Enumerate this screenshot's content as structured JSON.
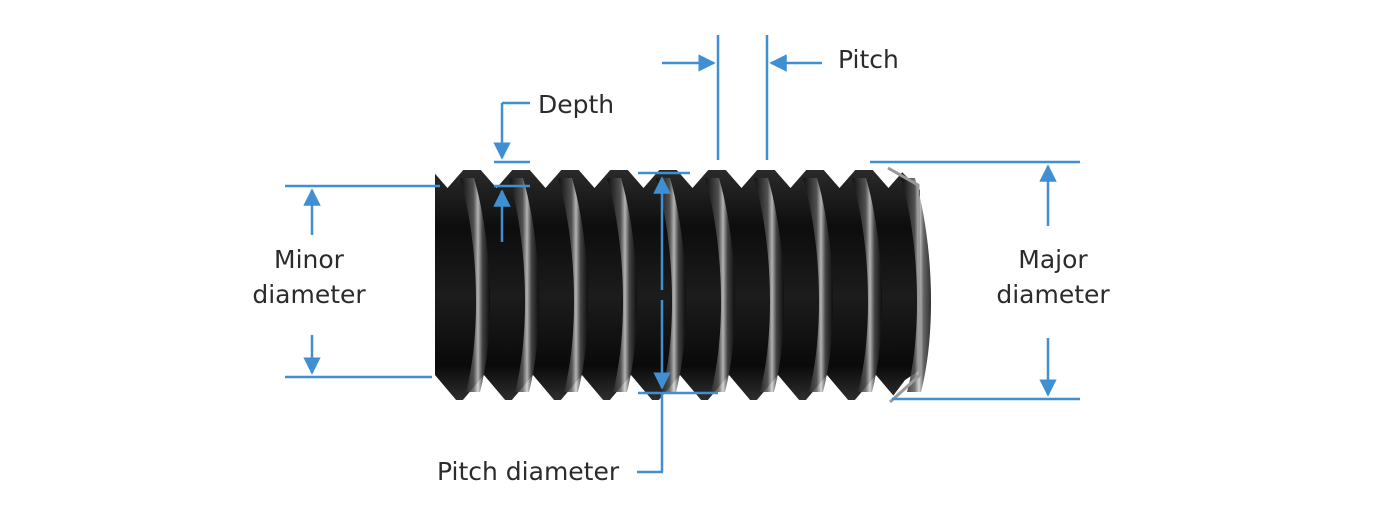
{
  "colors": {
    "dimension_line": "#3f8fd2",
    "label_text": "#2b2b2b",
    "thread_dark": "#141414",
    "thread_mid": "#3a3a3a",
    "thread_highlight": "#d8d8d8"
  },
  "labels": {
    "pitch": "Pitch",
    "depth": "Depth",
    "minor_line1": "Minor",
    "minor_line2": "diameter",
    "major_line1": "Major",
    "major_line2": "diameter",
    "pitch_diameter": "Pitch diameter"
  },
  "illustration": {
    "subject": "threaded rod",
    "icon": "threaded-rod-icon"
  }
}
